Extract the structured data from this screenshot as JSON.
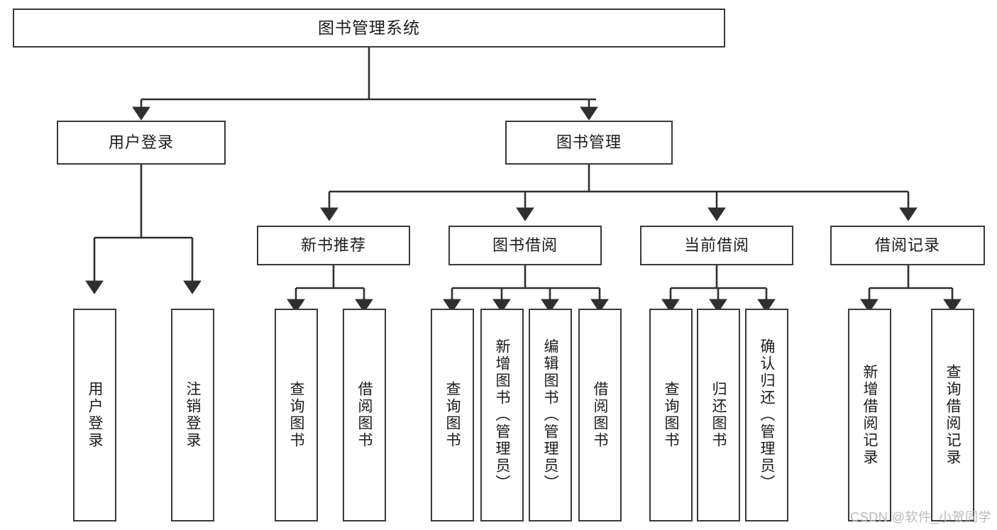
{
  "diagram": {
    "title": "图书管理系统",
    "type": "tree-hierarchy-diagram",
    "colors": {
      "box_border": "#3a3a3a",
      "box_fill": "#ffffff",
      "edge": "#2f2f2f",
      "text": "#1b1b1b",
      "watermark": "#b9b9b9",
      "background": "#ffffff"
    },
    "watermark": "CSDN @软件_小贺同学"
  },
  "nodes": {
    "root": {
      "label": "图书管理系统"
    },
    "level2": [
      {
        "id": "user-login",
        "label": "用户登录"
      },
      {
        "id": "book-management",
        "label": "图书管理"
      }
    ],
    "level3": [
      {
        "id": "new-book-recommend",
        "label": "新书推荐"
      },
      {
        "id": "book-borrow",
        "label": "图书借阅"
      },
      {
        "id": "current-borrow",
        "label": "当前借阅"
      },
      {
        "id": "borrow-record",
        "label": "借阅记录"
      }
    ],
    "leaves": {
      "user_login": [
        {
          "id": "leaf-user-login",
          "label": "用户登录"
        },
        {
          "id": "leaf-logout-login",
          "label": "注销登录"
        }
      ],
      "new_book_recommend": [
        {
          "id": "leaf-query-book-1",
          "label": "查询图书"
        },
        {
          "id": "leaf-borrow-book-1",
          "label": "借阅图书"
        }
      ],
      "book_borrow": [
        {
          "id": "leaf-query-book-2",
          "label": "查询图书"
        },
        {
          "id": "leaf-add-book-admin",
          "label": "新增图书（管理员）"
        },
        {
          "id": "leaf-edit-book-admin",
          "label": "编辑图书（管理员）"
        },
        {
          "id": "leaf-borrow-book-2",
          "label": "借阅图书"
        }
      ],
      "current_borrow": [
        {
          "id": "leaf-query-book-3",
          "label": "查询图书"
        },
        {
          "id": "leaf-return-book",
          "label": "归还图书"
        },
        {
          "id": "leaf-confirm-return-admin",
          "label": "确认归还（管理员）"
        }
      ],
      "borrow_record": [
        {
          "id": "leaf-add-borrow-record",
          "label": "新增借阅记录"
        },
        {
          "id": "leaf-query-borrow-record",
          "label": "查询借阅记录"
        }
      ]
    }
  },
  "chart_data": {
    "type": "table",
    "title": "图书管理系统",
    "structure": "tree",
    "edges": [
      {
        "from": "图书管理系统",
        "to": "用户登录"
      },
      {
        "from": "图书管理系统",
        "to": "图书管理"
      },
      {
        "from": "用户登录",
        "to": "用户登录"
      },
      {
        "from": "用户登录",
        "to": "注销登录"
      },
      {
        "from": "图书管理",
        "to": "新书推荐"
      },
      {
        "from": "图书管理",
        "to": "图书借阅"
      },
      {
        "from": "图书管理",
        "to": "当前借阅"
      },
      {
        "from": "图书管理",
        "to": "借阅记录"
      },
      {
        "from": "新书推荐",
        "to": "查询图书"
      },
      {
        "from": "新书推荐",
        "to": "借阅图书"
      },
      {
        "from": "图书借阅",
        "to": "查询图书"
      },
      {
        "from": "图书借阅",
        "to": "新增图书（管理员）"
      },
      {
        "from": "图书借阅",
        "to": "编辑图书（管理员）"
      },
      {
        "from": "图书借阅",
        "to": "借阅图书"
      },
      {
        "from": "当前借阅",
        "to": "查询图书"
      },
      {
        "from": "当前借阅",
        "to": "归还图书"
      },
      {
        "from": "当前借阅",
        "to": "确认归还（管理员）"
      },
      {
        "from": "借阅记录",
        "to": "新增借阅记录"
      },
      {
        "from": "借阅记录",
        "to": "查询借阅记录"
      }
    ]
  }
}
